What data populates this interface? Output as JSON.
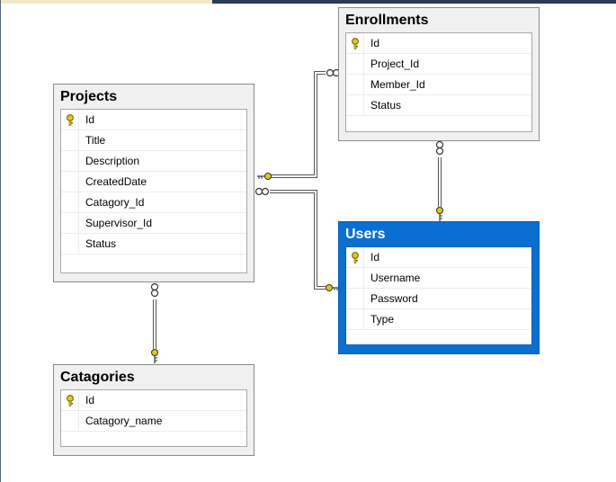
{
  "tables": {
    "enrollments": {
      "title": "Enrollments",
      "columns": [
        "Id",
        "Project_Id",
        "Member_Id",
        "Status"
      ]
    },
    "projects": {
      "title": "Projects",
      "columns": [
        "Id",
        "Title",
        "Description",
        "CreatedDate",
        "Catagory_Id",
        "Supervisor_Id",
        "Status"
      ]
    },
    "users": {
      "title": "Users",
      "columns": [
        "Id",
        "Username",
        "Password",
        "Type"
      ]
    },
    "catagories": {
      "title": "Catagories",
      "columns": [
        "Id",
        "Catagory_name"
      ]
    }
  },
  "colors": {
    "selected_table": "#0a6fd1",
    "key_icon": "#e3c61a",
    "table_bg": "#f0f0f0"
  }
}
